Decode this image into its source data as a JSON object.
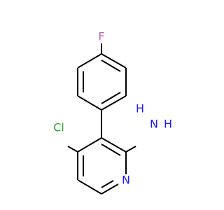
{
  "molecule": {
    "atoms": {
      "fluorine": {
        "symbol": "F",
        "color": "#B366B3"
      },
      "chlorine": {
        "symbol": "Cl",
        "color": "#22AA22"
      },
      "amine_n": {
        "symbol": "N",
        "color": "#1A1AFF"
      },
      "amine_h": {
        "symbol": "H",
        "color": "#1A1AFF"
      },
      "ring_n": {
        "symbol": "N",
        "color": "#1A1AFF"
      }
    },
    "bond_color": "#000000",
    "background": "#FFFFFF"
  }
}
